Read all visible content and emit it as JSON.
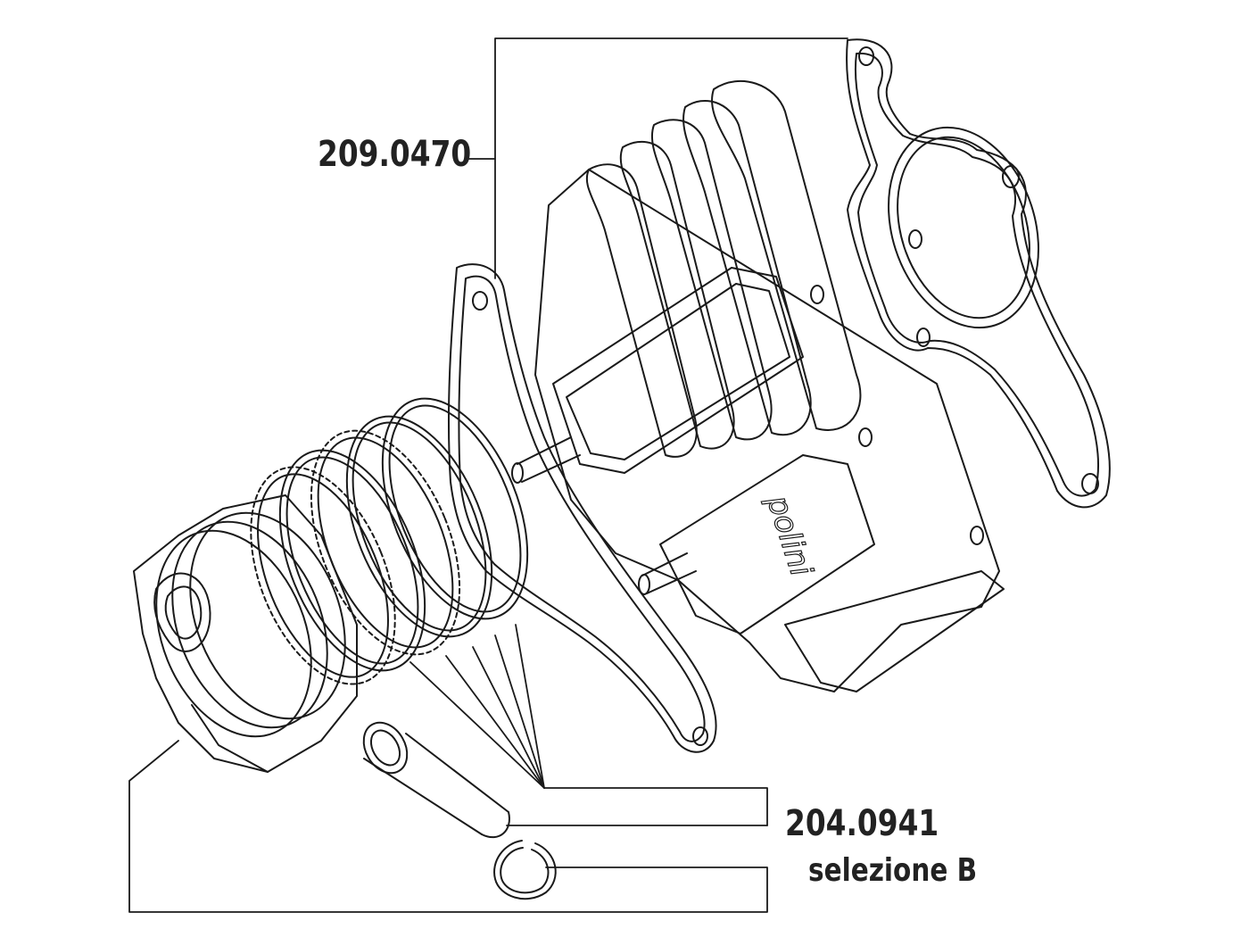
{
  "labels": {
    "cylinder_kit_code": "209.0470",
    "piston_code": "204.0941",
    "piston_selection": "selezione B"
  },
  "cylinder_logo_text": "polini",
  "colors": {
    "line": "#1a1a1a",
    "background": "#ffffff"
  }
}
